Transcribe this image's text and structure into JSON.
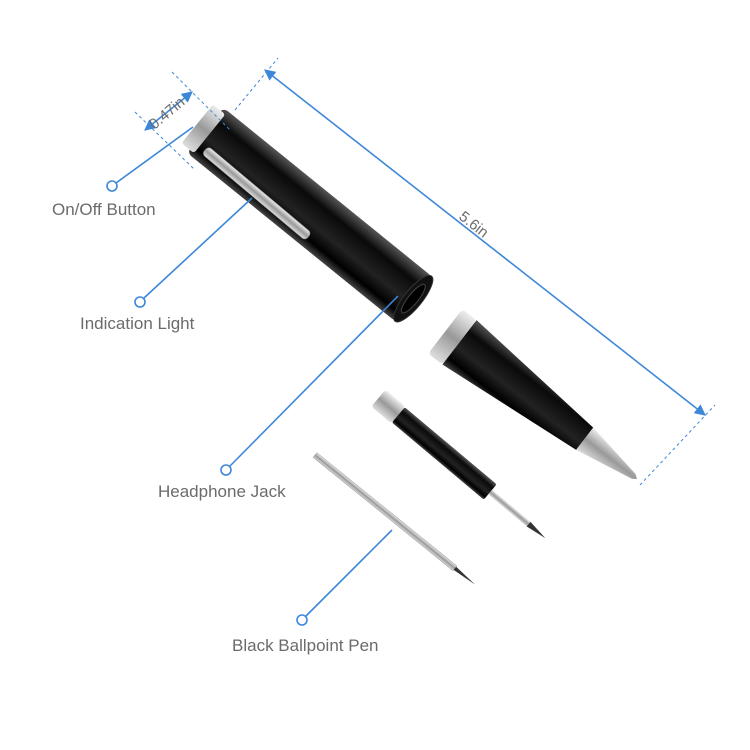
{
  "dimensions": {
    "diameter": "0.47in",
    "length": "5.6in"
  },
  "labels": {
    "on_off": "On/Off Button",
    "indication": "Indication Light",
    "headphone": "Headphone Jack",
    "ballpoint": "Black Ballpoint Pen"
  },
  "colors": {
    "accent": "#3d87d9",
    "text": "#6b6b6b",
    "pen": "#111111",
    "metal": "#c8c8c8"
  }
}
